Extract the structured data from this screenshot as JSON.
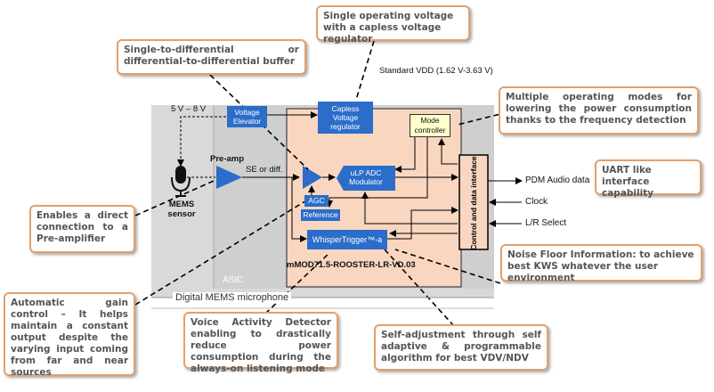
{
  "callouts": {
    "single_voltage": "Single operating voltage with a capless voltage regulator",
    "buffer": "Single-to-differential or differential-to-differential buffer",
    "modes": "Multiple operating modes for lowering the power consumption thanks to the frequency detection",
    "uart": "UART like interface capability",
    "direct_connection": "Enables a direct connection to a Pre-amplifier",
    "noise_floor": "Noise Floor Information: to achieve best KWS whatever the user environment",
    "agc": "Automatic gain control – It helps maintain a constant output despite the varying input coming from far and near sources",
    "vad": "Voice Activity Detector enabling to drastically reduce power consumption during the always-on listening mode",
    "self_adjust": "Self-adjustment through self adaptive & programmable algorithm for best VDV/NDV"
  },
  "labels": {
    "standard_vdd": "Standard VDD (1.62 V-3.63 V)",
    "supply": "5 V – 8 V",
    "preamp": "Pre-amp",
    "se_diff": "SE or diff.",
    "mems_sensor": "MEMS sensor",
    "asic": "ASIC",
    "digital_mems": "Digital MEMS microphone",
    "chip_name": "mMOD71.5-ROOSTER-LR-VD.03",
    "pdm": "PDM Audio data",
    "clock": "Clock",
    "lr_select": "L/R Select"
  },
  "blocks": {
    "voltage_elevator": "Voltage Elevator",
    "capless_regulator": "Capless Voltage regulator",
    "mode_controller": "Mode controller",
    "adc": "uLP ADC Modulator",
    "agc": "AGC",
    "reference": "Reference",
    "whisper": "WhisperTrigger™-a",
    "interface": "Control and data interface"
  },
  "colors": {
    "chip_fill": "#f8d6c0",
    "block_blue": "#2b6dc9",
    "callout_border": "#e3a06b",
    "mode_fill": "#ffffcc"
  }
}
